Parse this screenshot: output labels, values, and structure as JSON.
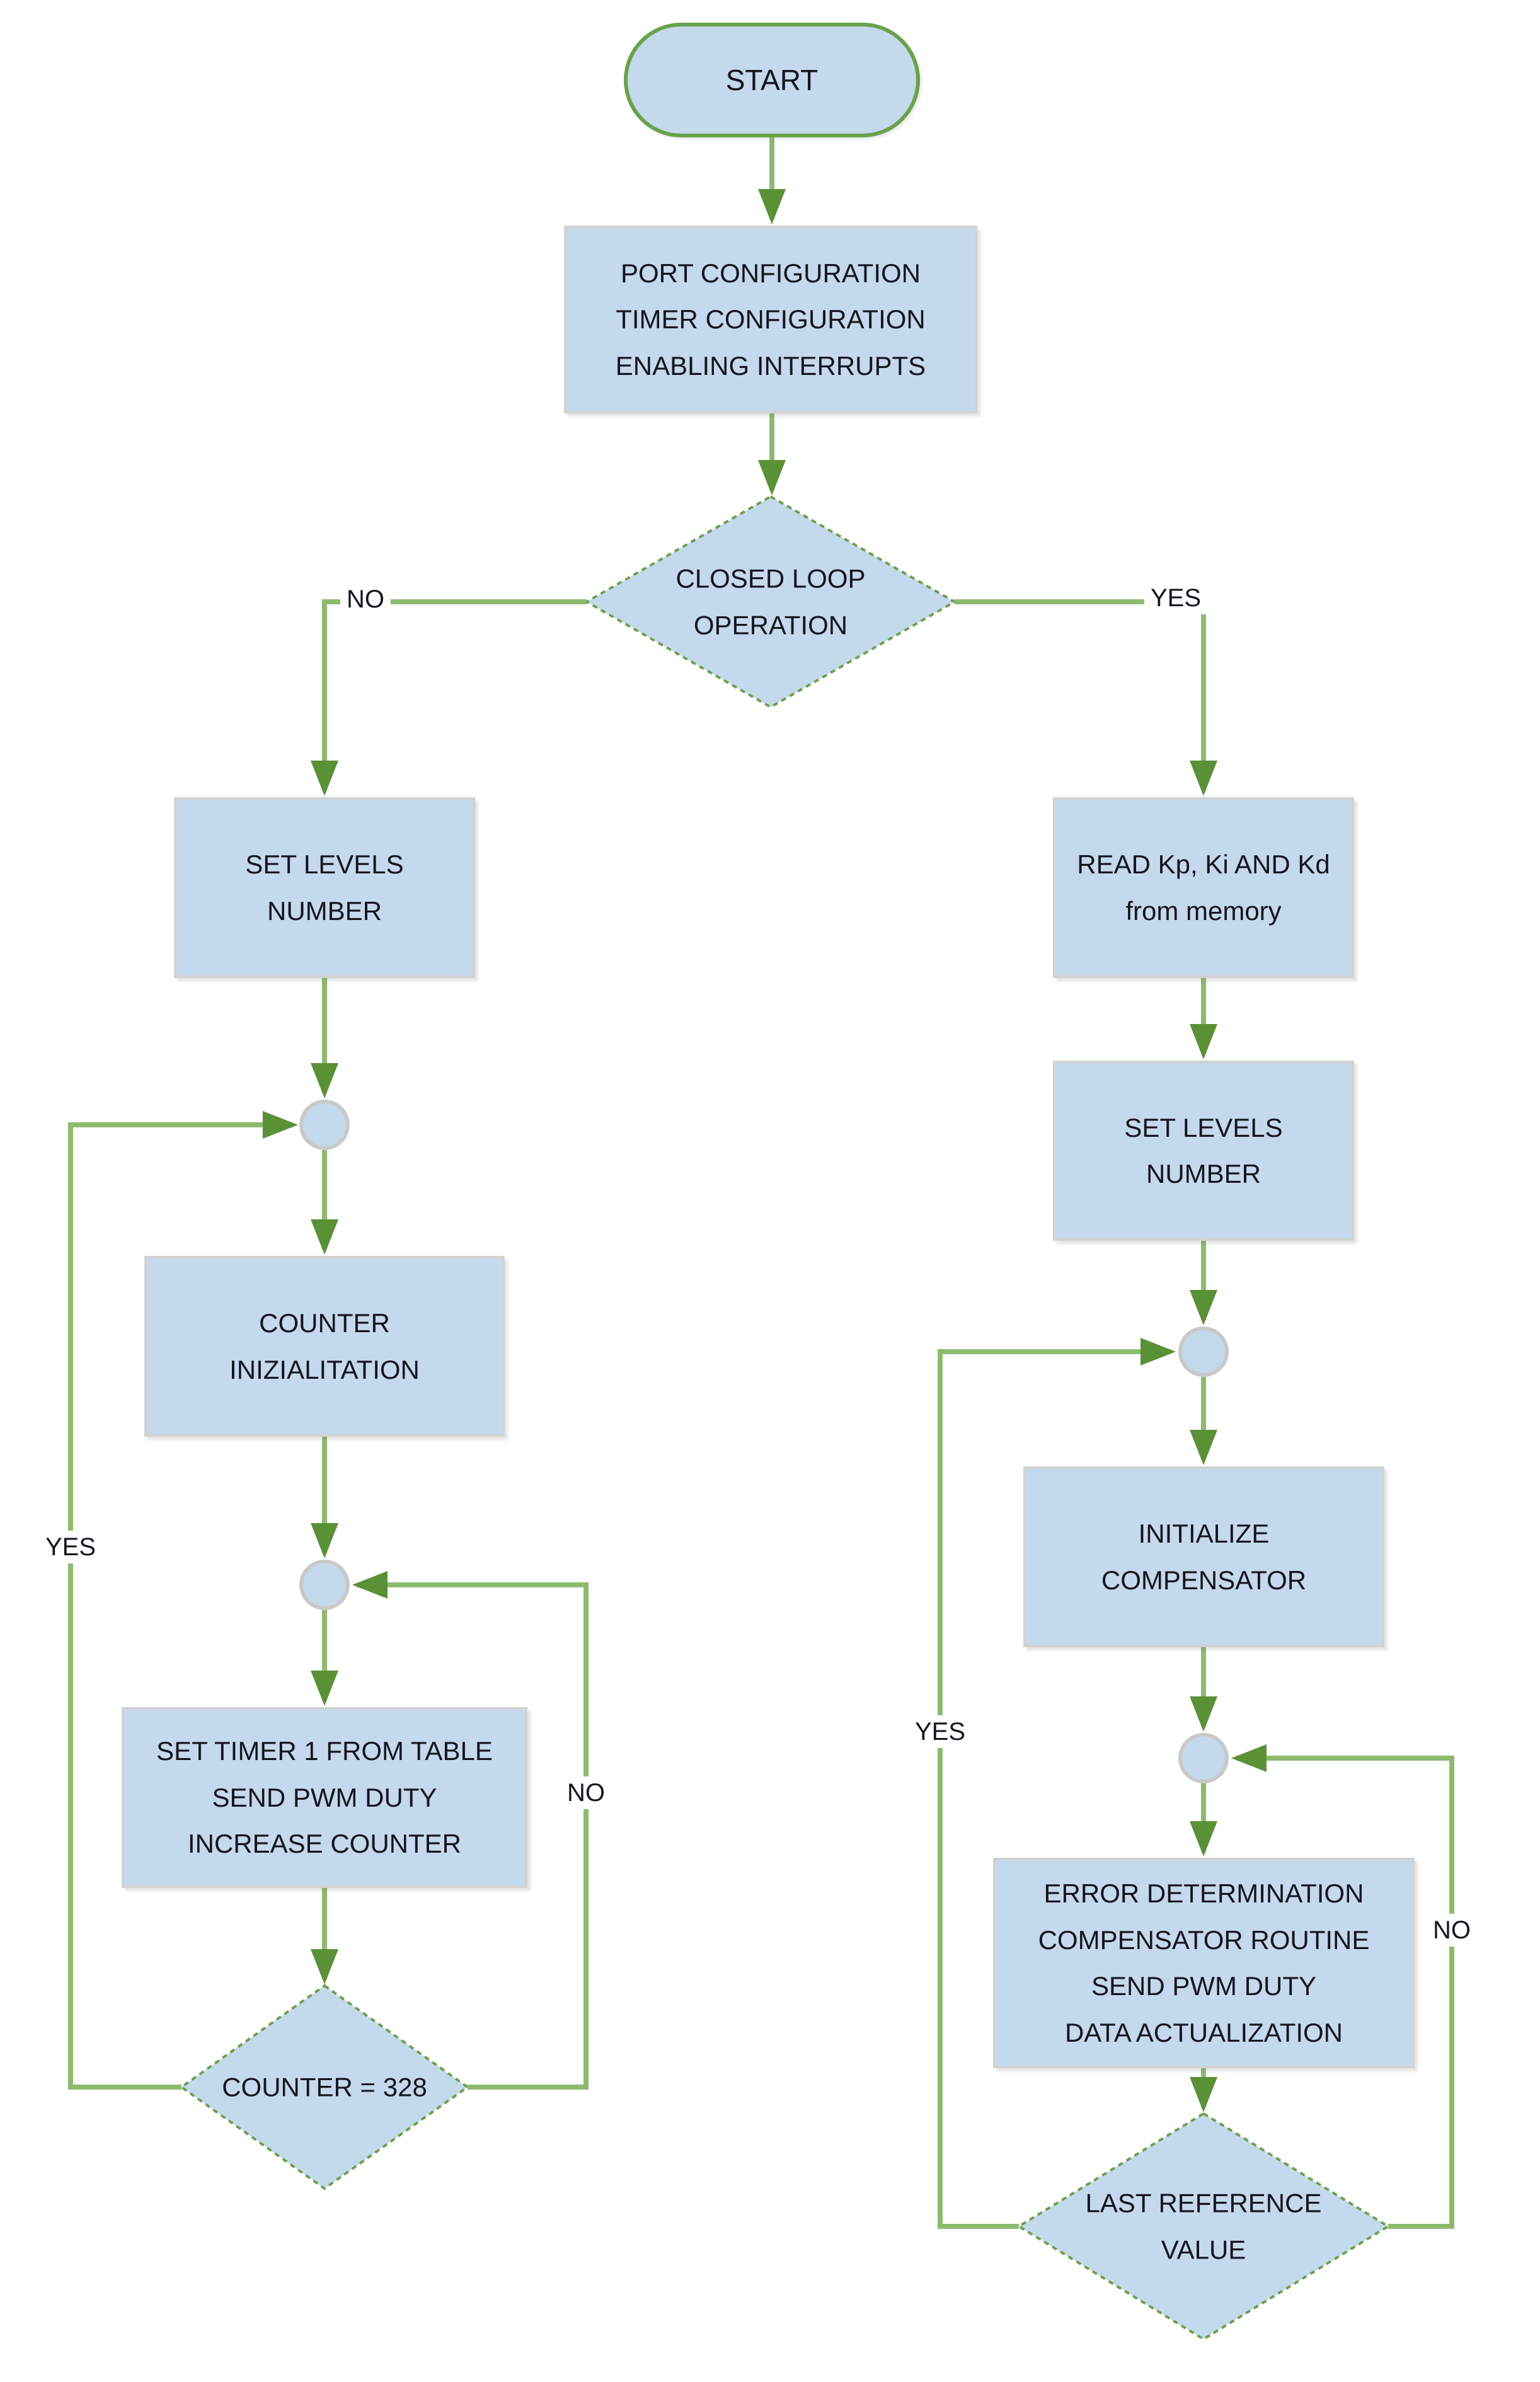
{
  "diagram": {
    "nodes": {
      "start": {
        "label": "START",
        "type": "terminator"
      },
      "port_config": {
        "label": "PORT CONFIGURATION\nTIMER CONFIGURATION\nENABLING INTERRUPTS",
        "type": "process"
      },
      "closed_loop": {
        "label": "CLOSED LOOP\nOPERATION",
        "type": "decision"
      },
      "set_levels_left": {
        "label": "SET LEVELS\nNUMBER",
        "type": "process"
      },
      "counter_initialization": {
        "label": "COUNTER\nINIZIALITATION",
        "type": "process"
      },
      "set_timer": {
        "label": "SET TIMER 1 FROM TABLE\nSEND PWM DUTY\nINCREASE COUNTER",
        "type": "process"
      },
      "counter_328": {
        "label": "COUNTER = 328",
        "type": "decision"
      },
      "read_gains": {
        "label": "READ Kp, Ki AND Kd\nfrom memory",
        "type": "process"
      },
      "set_levels_right": {
        "label": "SET LEVELS\nNUMBER",
        "type": "process"
      },
      "initialize_compensator": {
        "label": "INITIALIZE\nCOMPENSATOR",
        "type": "process"
      },
      "error_determination": {
        "label": "ERROR DETERMINATION\nCOMPENSATOR ROUTINE\nSEND PWM DUTY\nDATA ACTUALIZATION",
        "type": "process"
      },
      "last_reference": {
        "label": "LAST REFERENCE\nVALUE",
        "type": "decision"
      }
    },
    "edge_labels": {
      "closed_loop_no": "NO",
      "closed_loop_yes": "YES",
      "counter_loop_yes": "YES",
      "counter_loop_no": "NO",
      "reference_loop_yes": "YES",
      "reference_loop_no": "NO"
    },
    "colors": {
      "node_fill": "#c5d9ec",
      "gray_border": "#d2d2d2",
      "green_border": "#68a24a",
      "line_green": "#8cbb6e",
      "arrow_green": "#5a9137"
    }
  }
}
